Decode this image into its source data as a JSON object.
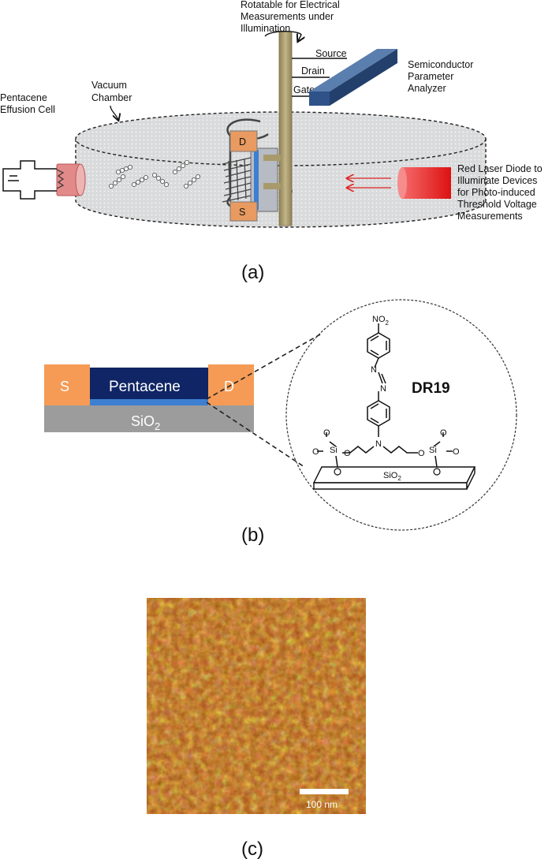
{
  "panel_a": {
    "label": "(a)",
    "rotatable": [
      "Rotatable for Electrical",
      "Measurements under",
      "Illumination"
    ],
    "source": "Source",
    "drain": "Drain",
    "gate": "Gate",
    "analyzer": [
      "Semiconductor",
      "Parameter",
      "Analyzer"
    ],
    "chamber": [
      "Vacuum",
      "Chamber"
    ],
    "effusion": [
      "Pentacene",
      "Effusion Cell"
    ],
    "laser": [
      "Red Laser Diode to",
      "Illuminate Devices",
      "for Photo-induced",
      "Threshold Voltage",
      "Measurements"
    ],
    "d_tab": "D",
    "s_tab": "S"
  },
  "panel_b": {
    "label": "(b)",
    "s": "S",
    "pentacene": "Pentacene",
    "d": "D",
    "sio2_main": "SiO",
    "sio2_sub": "2",
    "molecule": "DR19",
    "no2_main": "NO",
    "no2_sub": "2",
    "n1": "N",
    "n2": "N",
    "n_amine": "N",
    "si_left": "Si",
    "si_right": "Si",
    "o": "O",
    "sub_main": "SiO",
    "sub_sub": "2"
  },
  "panel_c": {
    "label": "(c)",
    "scalebar": "100 nm"
  },
  "colors": {
    "contact_orange": "#f59b55",
    "pentacene_navy": "#0f2565",
    "dielectric_blue": "#3d7fd0",
    "sio2_gray": "#9c9c9c",
    "rod_tan": "#a89a6a",
    "analyzer_blue": "#2c4d7c",
    "laser_red": "#ee2222",
    "afm_dark": "#8a3e0e",
    "afm_light": "#e6c23a"
  }
}
